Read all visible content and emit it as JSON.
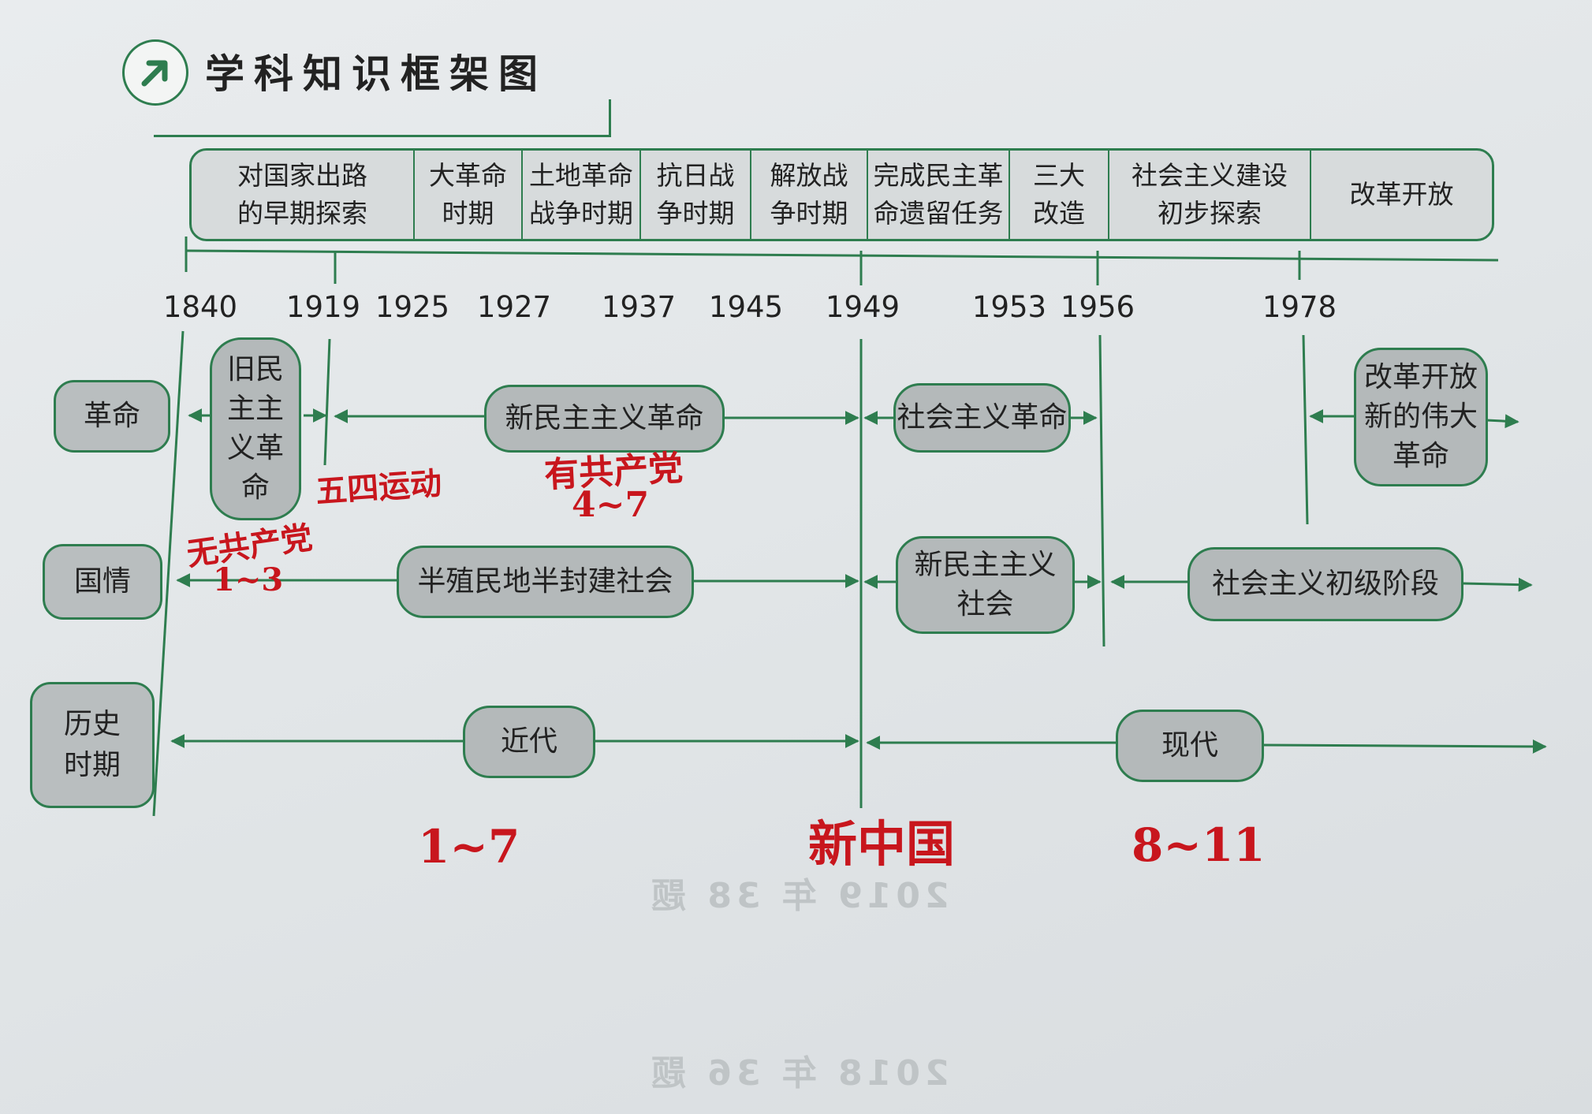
{
  "title": "学科知识框架图",
  "periods": [
    {
      "label": "对国家出路\n的早期探索"
    },
    {
      "label": "大革命\n时期"
    },
    {
      "label": "土地革命\n战争时期"
    },
    {
      "label": "抗日战\n争时期"
    },
    {
      "label": "解放战\n争时期"
    },
    {
      "label": "完成民主革\n命遗留任务"
    },
    {
      "label": "三大\n改造"
    },
    {
      "label": "社会主义建设\n初步探索"
    },
    {
      "label": "改革开放"
    }
  ],
  "years": [
    "1840",
    "1919",
    "1925",
    "1927",
    "1937",
    "1945",
    "1949",
    "1953",
    "1956",
    "1978"
  ],
  "rows": {
    "revolution": {
      "label": "革命",
      "items": [
        "旧民\n主主\n义革\n命",
        "新民主主义革命",
        "社会主义革命",
        "改革开放\n新的伟大\n革命"
      ]
    },
    "national": {
      "label": "国情",
      "items": [
        "半殖民地半封建社会",
        "新民主主义\n社会",
        "社会主义初级阶段"
      ]
    },
    "period": {
      "label": "历史\n时期",
      "items": [
        "近代",
        "现代"
      ]
    }
  },
  "handwritten_notes": [
    "五四运动",
    "有共产党",
    "4~7",
    "无共产党",
    "1~3",
    "1~7",
    "新中国",
    "8~11"
  ],
  "ghost_text": [
    "2019 年 38 题",
    "2018 年 36 题"
  ],
  "colors": {
    "green": "#2e7d4f",
    "box": "#b4b9ba",
    "note": "#c8161d"
  }
}
